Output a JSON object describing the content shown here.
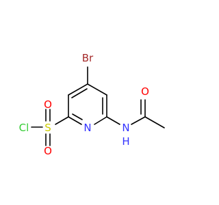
{
  "molecule": {
    "atoms": {
      "br": {
        "label": "Br",
        "color": "#a52a2a"
      },
      "n_ring": {
        "label": "N",
        "color": "#3333ff"
      },
      "n_amide": {
        "label": "N",
        "color": "#3333ff"
      },
      "h_amide": {
        "label": "H",
        "color": "#3333ff"
      },
      "o_carbonyl": {
        "label": "O",
        "color": "#ff0000"
      },
      "s": {
        "label": "S",
        "color": "#cccc00"
      },
      "o_sulfonyl_top": {
        "label": "O",
        "color": "#ff0000"
      },
      "o_sulfonyl_bottom": {
        "label": "O",
        "color": "#ff0000"
      },
      "cl": {
        "label": "Cl",
        "color": "#33cc33"
      }
    },
    "bond_color": "#000000"
  }
}
